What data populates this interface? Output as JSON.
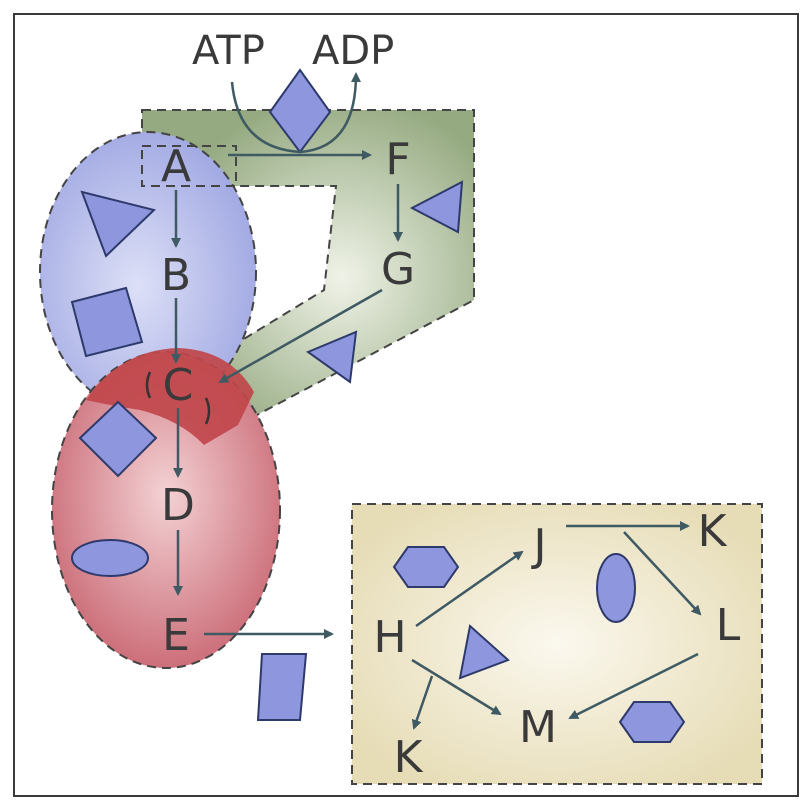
{
  "labels": {
    "atp": "ATP",
    "adp": "ADP",
    "a": "A",
    "b": "B",
    "c": "C",
    "d": "D",
    "e": "E",
    "f": "F",
    "g": "G",
    "h": "H",
    "j": "J",
    "k1": "K",
    "k2": "K",
    "l": "L",
    "m": "M"
  },
  "colors": {
    "blue_region": "#a7aee4",
    "red_region": "#c86b74",
    "overlap_region": "#c0474b",
    "green_region": "#9aae86",
    "beige_region": "#ebe4c4",
    "shape_fill": "#8e96de",
    "arrow": "#3f5a63"
  }
}
